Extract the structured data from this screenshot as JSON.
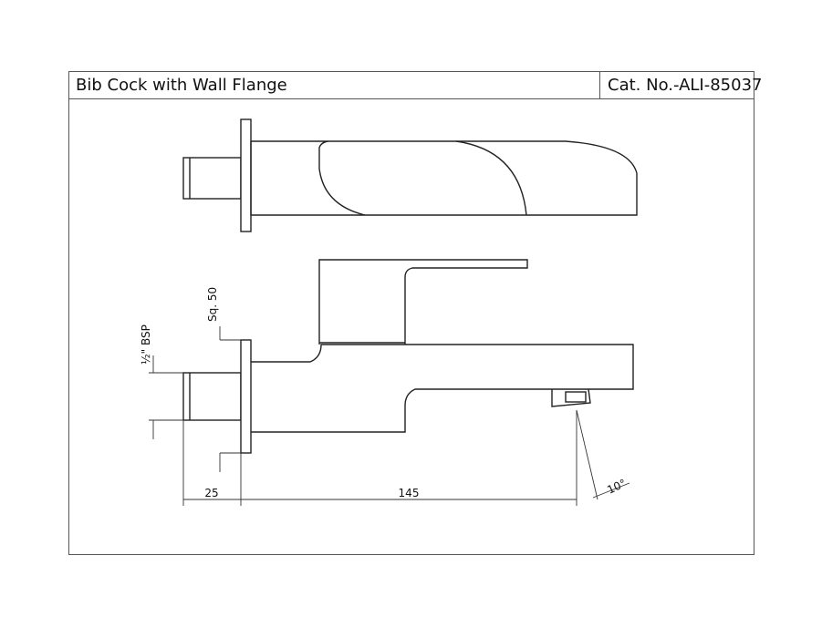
{
  "header": {
    "title": "Bib Cock with Wall Flange",
    "catalog_number": "Cat. No.-ALI-85037"
  },
  "dimensions": {
    "thread_label": "½\" BSP",
    "flange_label": "Sq. 50",
    "inlet_length": "25",
    "projection_length": "145",
    "spout_angle": "10°"
  }
}
